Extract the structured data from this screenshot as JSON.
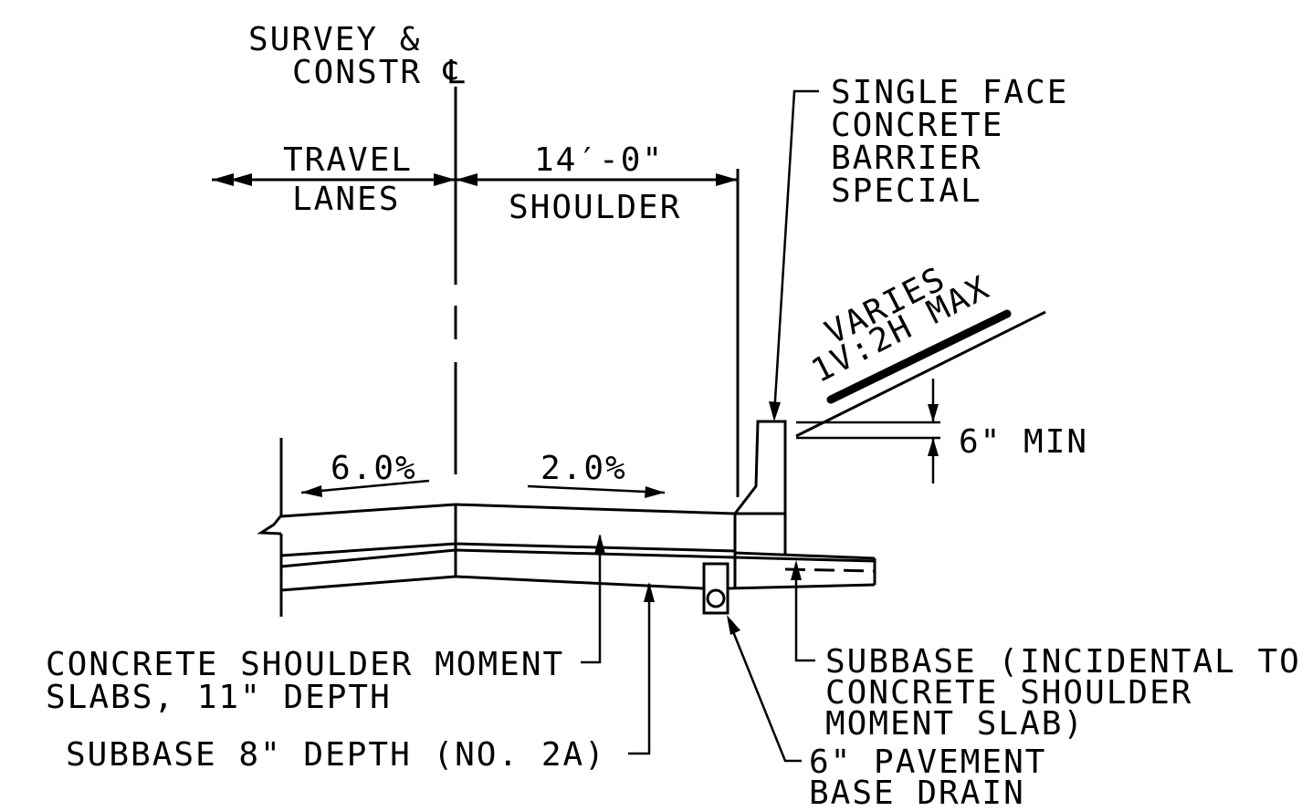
{
  "labels": {
    "centerline_l1": "SURVEY &",
    "centerline_l2": "CONSTR ℄",
    "travel_l1": "TRAVEL",
    "travel_l2": "LANES",
    "shoulder_dim": "14′-0\"",
    "shoulder": "SHOULDER",
    "barrier_l1": "SINGLE FACE",
    "barrier_l2": "CONCRETE",
    "barrier_l3": "BARRIER",
    "barrier_l4": "SPECIAL",
    "slope_l1": "VARIES",
    "slope_l2": "1V:2H MAX",
    "min_height": "6\" MIN",
    "travel_slope": "6.0%",
    "shoulder_slope": "2.0%",
    "moment_slab_l1": "CONCRETE SHOULDER MOMENT",
    "moment_slab_l2": "SLABS, 11\" DEPTH",
    "subbase_depth": "SUBBASE 8\" DEPTH (NO. 2A)",
    "subbase_incidental_l1": "SUBBASE (INCIDENTAL TO",
    "subbase_incidental_l2": "CONCRETE SHOULDER",
    "subbase_incidental_l3": "MOMENT SLAB)",
    "drain_l1": "6\" PAVEMENT",
    "drain_l2": "BASE DRAIN"
  }
}
